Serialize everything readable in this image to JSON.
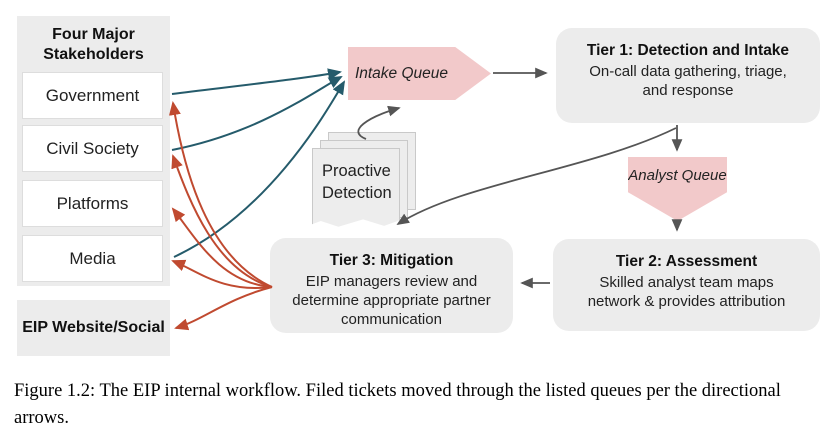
{
  "stakeholders_panel": {
    "title": "Four Major Stakeholders",
    "items": [
      "Government",
      "Civil Society",
      "Platforms",
      "Media"
    ]
  },
  "eip_website_box": {
    "label": "EIP Website/Social"
  },
  "queues": {
    "intake": {
      "label": "Intake Queue"
    },
    "analyst": {
      "label": "Analyst\nQueue"
    }
  },
  "proactive_detection": {
    "label": "Proactive\nDetection"
  },
  "tiers": {
    "tier1": {
      "title": "Tier 1: Detection and Intake",
      "body": "On-call data gathering, triage, and response"
    },
    "tier2": {
      "title": "Tier 2: Assessment",
      "body": "Skilled analyst team maps network & provides attribution"
    },
    "tier3": {
      "title": "Tier 3: Mitigation",
      "body": "EIP managers review and determine appropriate partner communication"
    }
  },
  "caption": "Figure 1.2: The EIP internal workflow. Filed tickets moved through the listed queues per the directional arrows.",
  "colors": {
    "queue_pink": "#f2c9ca",
    "box_gray": "#ececec",
    "teal_arrow": "#255b6b",
    "red_arrow": "#c04a30",
    "gray_arrow": "#555555"
  },
  "arrow_semantics": {
    "teal": "stakeholders file tickets into Intake Queue",
    "red": "Tier 3 communicates back to stakeholders and EIP Website/Social",
    "gray": "ticket flow between queues and tiers"
  }
}
